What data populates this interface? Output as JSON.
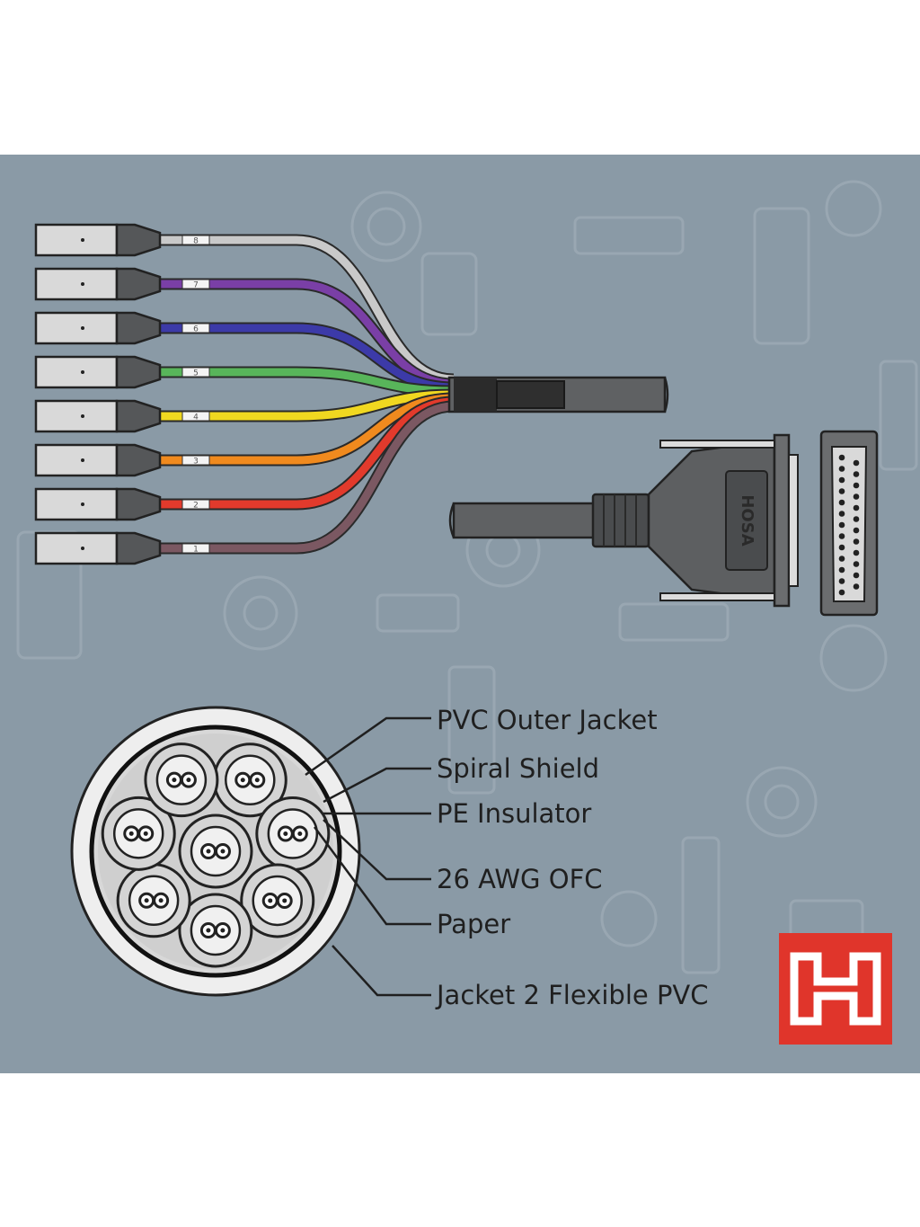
{
  "wire_numbers": [
    "8",
    "7",
    "6",
    "5",
    "4",
    "3",
    "2",
    "1"
  ],
  "wire_colors": [
    "#c9c9c9",
    "#7a3fa6",
    "#3c3aa8",
    "#58b55a",
    "#f0d820",
    "#f08a1e",
    "#e23a2c",
    "#7b5862"
  ],
  "connector_brand": "HOSA",
  "callouts": [
    "PVC Outer Jacket",
    "Spiral Shield",
    "PE Insulator",
    "26 AWG OFC",
    "Paper",
    "Jacket 2 Flexible PVC"
  ],
  "colors": {
    "background": "#8a9aa6",
    "cable": "#5f6163",
    "connector_body": "#d9d9d9",
    "logo_red": "#e0352b"
  },
  "icons": [
    "xlr-connector-icon",
    "db25-connector-icon",
    "hosa-logo-icon"
  ]
}
